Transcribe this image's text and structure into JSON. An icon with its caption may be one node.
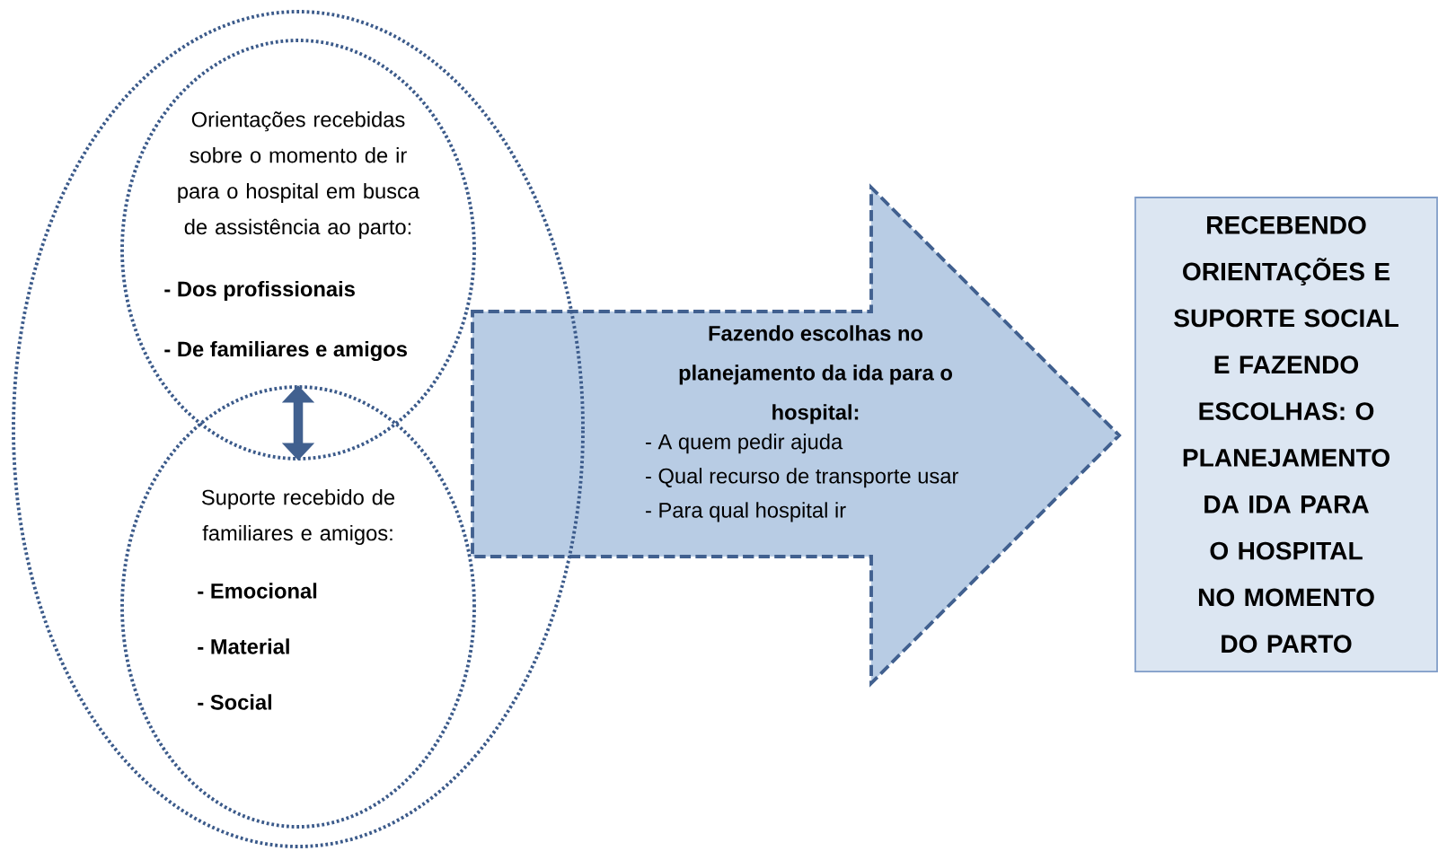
{
  "diagram": {
    "nodes": [
      {
        "text": [],
        "shape": "ellipse"
      },
      {
        "text": [
          "Orientações recebidas sobre o momento de ir para o hospital em busca de assistência ao parto:",
          "- Dos profissionais",
          "- De familiares e amigos"
        ],
        "in": 0
      },
      {
        "text": [
          "Suporte recebido de familiares e amigos:",
          "- Emocional",
          "- Material",
          "- Social"
        ],
        "in": 0
      },
      {
        "text": [
          "Fazendo escolhas no planejamento da ida para o hospital:",
          "- A quem pedir ajuda",
          "- Qual recurso de transporte usar",
          "- Para qual hospital ir"
        ]
      },
      {
        "text": [
          "RECEBENDO ORIENTAÇÕES E SUPORTE SOCIAL E FAZENDO ESCOLHAS: O PLANEJAMENTO DA IDA PARA O HOSPITAL NO MOMENTO DO PARTO"
        ]
      }
    ],
    "edges": [
      {
        "from": 1,
        "to": 2,
        "arrow": "both"
      }
    ]
  }
}
